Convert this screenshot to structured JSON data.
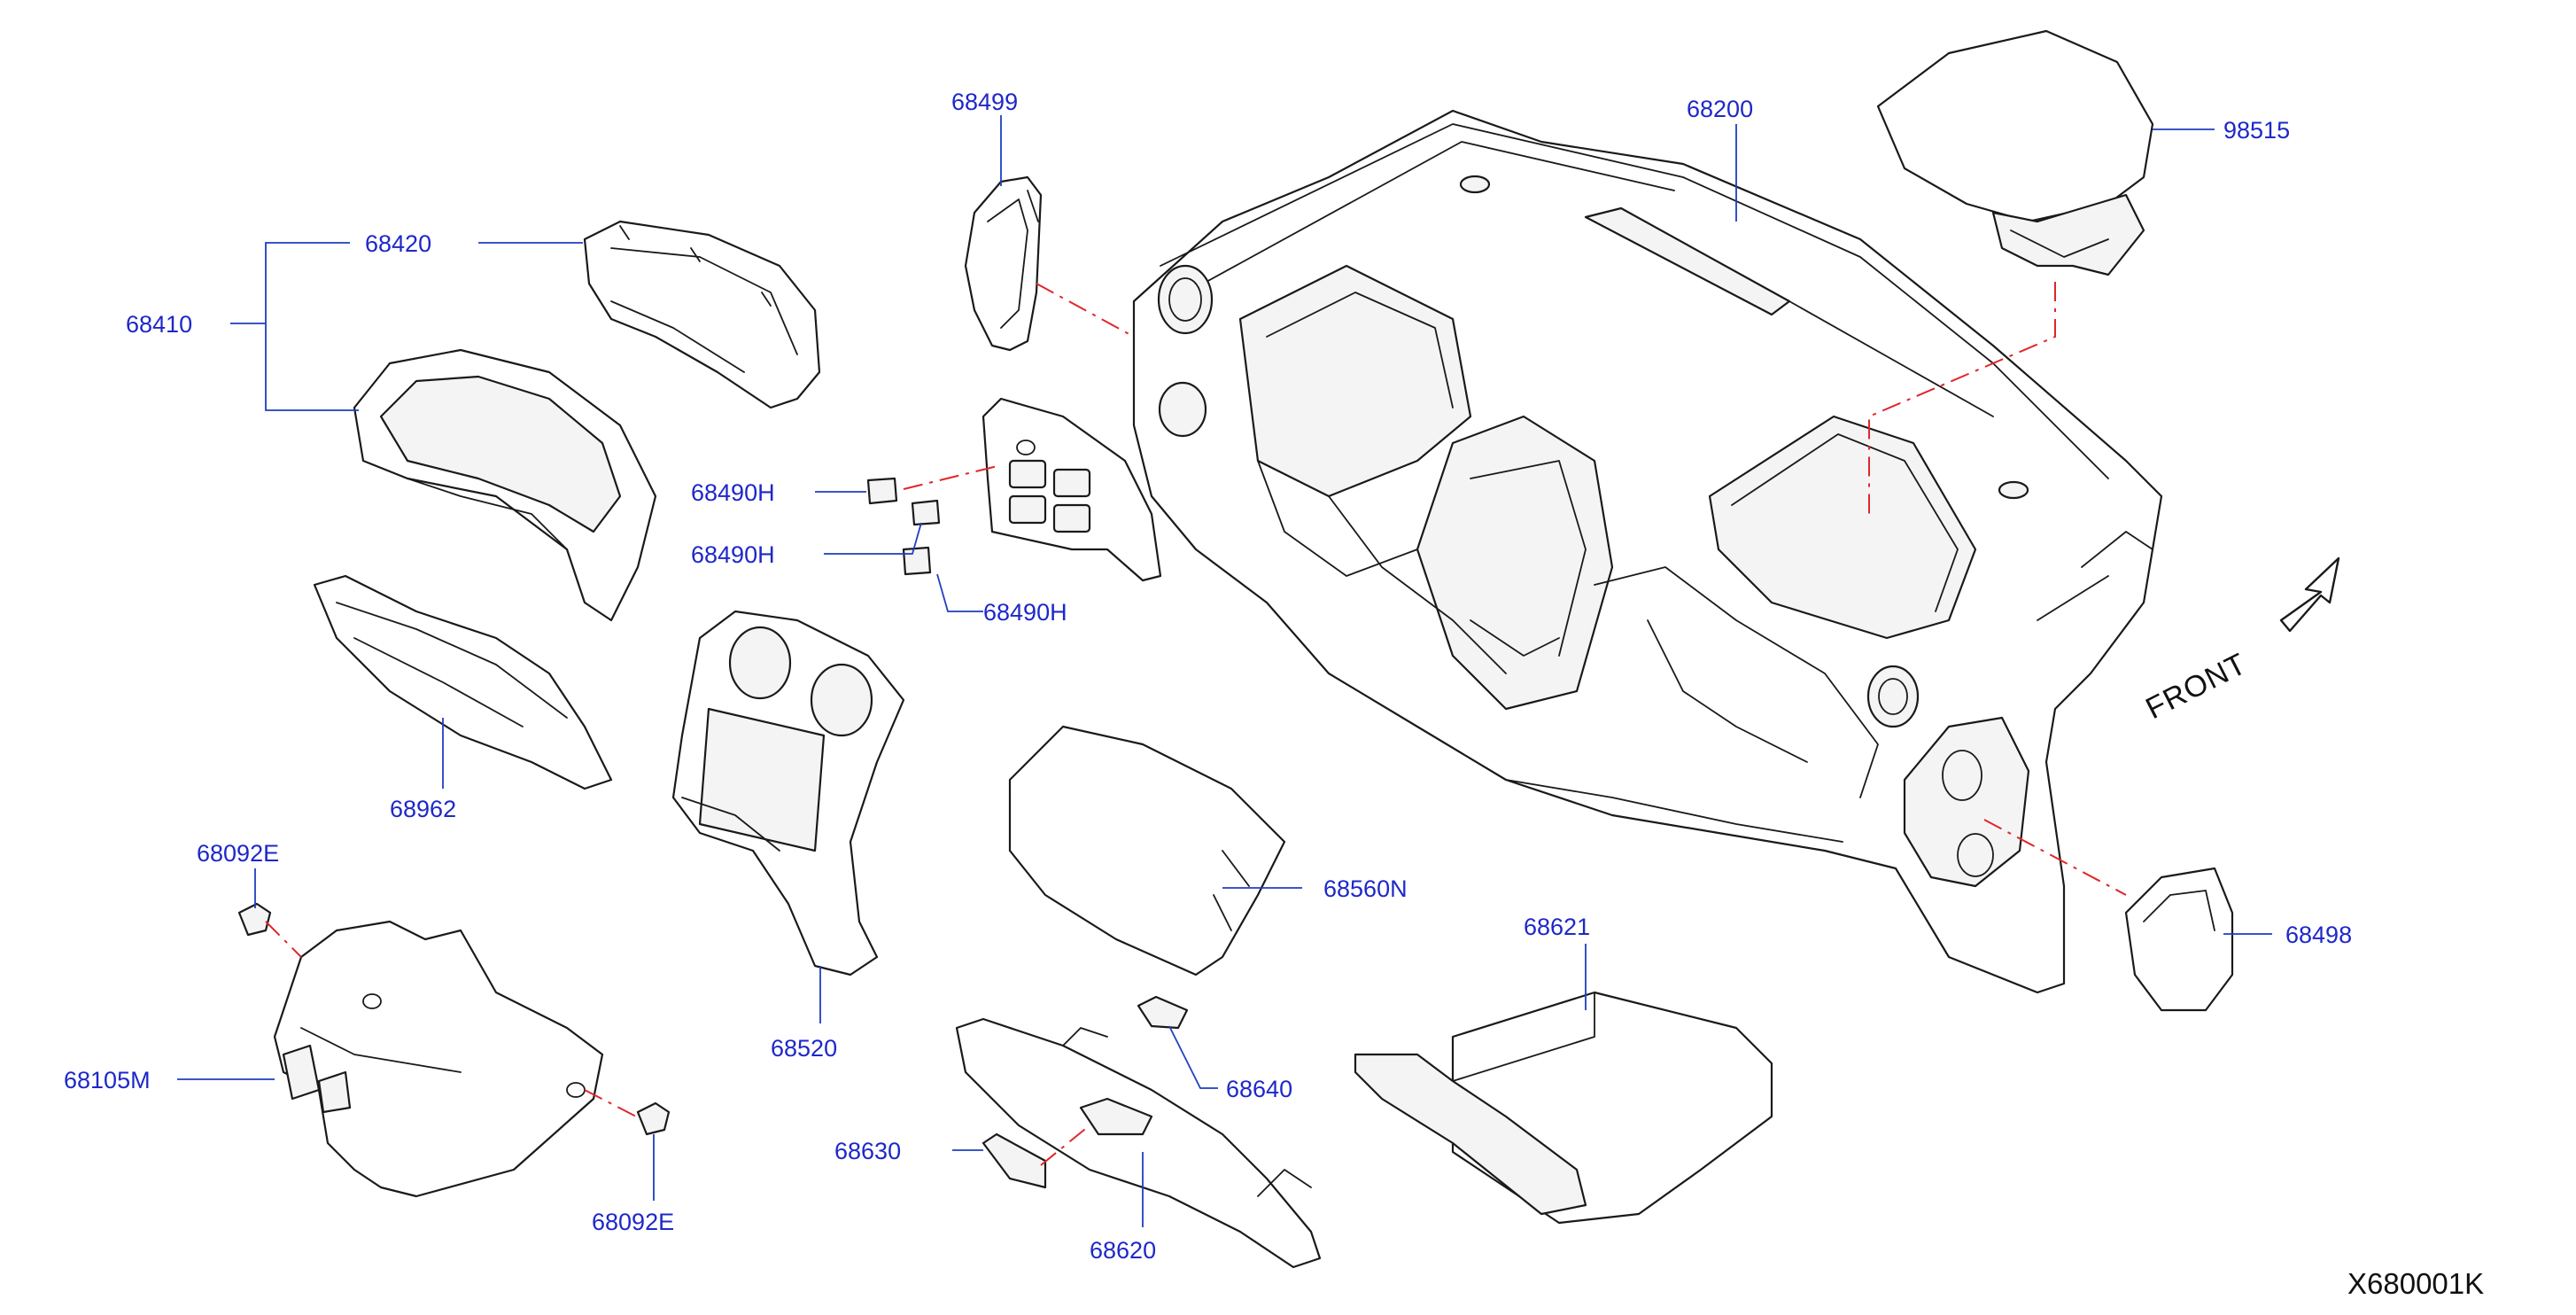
{
  "diagram_code": "X680001K",
  "direction_label": "FRONT",
  "colors": {
    "callout": "#1e28c8",
    "leader": "#1f3fbf",
    "assembly_line": "#e0262b",
    "line_art": "#1a1a1a"
  },
  "callouts": {
    "c68499": "68499",
    "c68200": "68200",
    "c98515": "98515",
    "c68420": "68420",
    "c68410": "68410",
    "c68490h_a": "68490H",
    "c68490h_b": "68490H",
    "c68490h_c": "68490H",
    "c68962": "68962",
    "c68092e_a": "68092E",
    "c68105m": "68105M",
    "c68092e_b": "68092E",
    "c68520": "68520",
    "c68560n": "68560N",
    "c68621": "68621",
    "c68498": "68498",
    "c68640": "68640",
    "c68630": "68630",
    "c68620": "68620"
  }
}
